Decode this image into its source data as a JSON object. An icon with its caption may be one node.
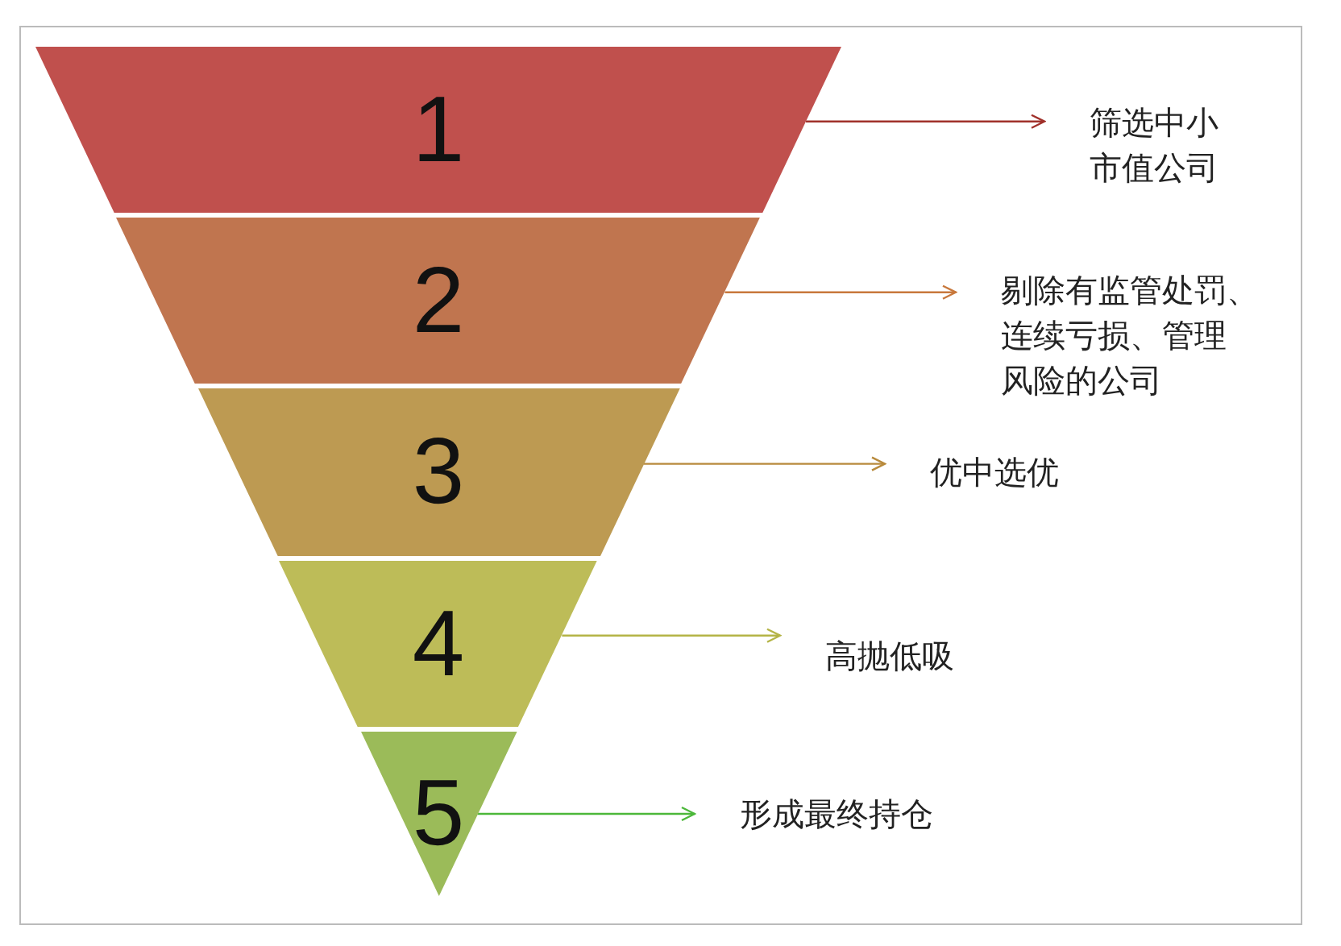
{
  "diagram": {
    "nodes": [
      {
        "text": [
          "1"
        ]
      },
      {
        "text": [
          "2"
        ]
      },
      {
        "text": [
          "3"
        ]
      },
      {
        "text": [
          "4"
        ]
      },
      {
        "text": [
          "5"
        ]
      },
      {
        "text": [
          "筛选中小市值公司"
        ]
      },
      {
        "text": [
          "剔除有监管处罚、连续亏损、管理风险的公司"
        ]
      },
      {
        "text": [
          "优中选优"
        ]
      },
      {
        "text": [
          "高抛低吸"
        ]
      },
      {
        "text": [
          "形成最终持仓"
        ]
      }
    ],
    "edges": [
      {
        "from": 0,
        "to": 5,
        "arrow": "to",
        "color": "#a0302a"
      },
      {
        "from": 1,
        "to": 6,
        "arrow": "to",
        "color": "#c8783c"
      },
      {
        "from": 2,
        "to": 7,
        "arrow": "to",
        "color": "#b88a3c"
      },
      {
        "from": 3,
        "to": 8,
        "arrow": "to",
        "color": "#b4b446"
      },
      {
        "from": 4,
        "to": 9,
        "arrow": "to",
        "color": "#4cb83a"
      }
    ]
  }
}
